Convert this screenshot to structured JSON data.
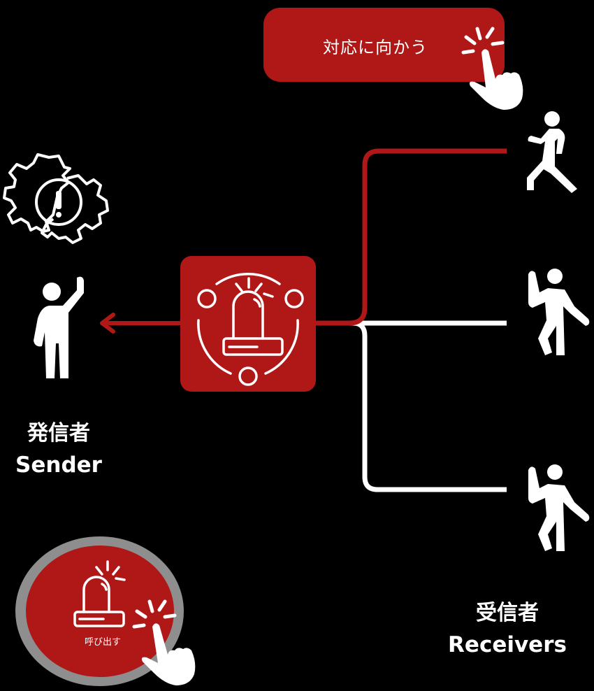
{
  "respond_button": {
    "label": "対応に向かう"
  },
  "sender": {
    "label_jp": "発信者",
    "label_en": "Sender"
  },
  "receivers": {
    "label_jp": "受信者",
    "label_en": "Receivers",
    "count": 3
  },
  "call_button": {
    "label": "呼び出す"
  },
  "icons": {
    "alert_gear": "gear-warning-icon",
    "sender_person": "person-waving-icon",
    "hub": "siren-network-icon",
    "receiver_walking": "person-walking-icon",
    "receiver_standing": "person-waving-icon",
    "tap_hand": "hand-tap-icon",
    "siren": "siren-icon"
  },
  "colors": {
    "accent": "#b01818",
    "background": "#000000",
    "foreground": "#ffffff",
    "ring": "#8e8e8e"
  }
}
